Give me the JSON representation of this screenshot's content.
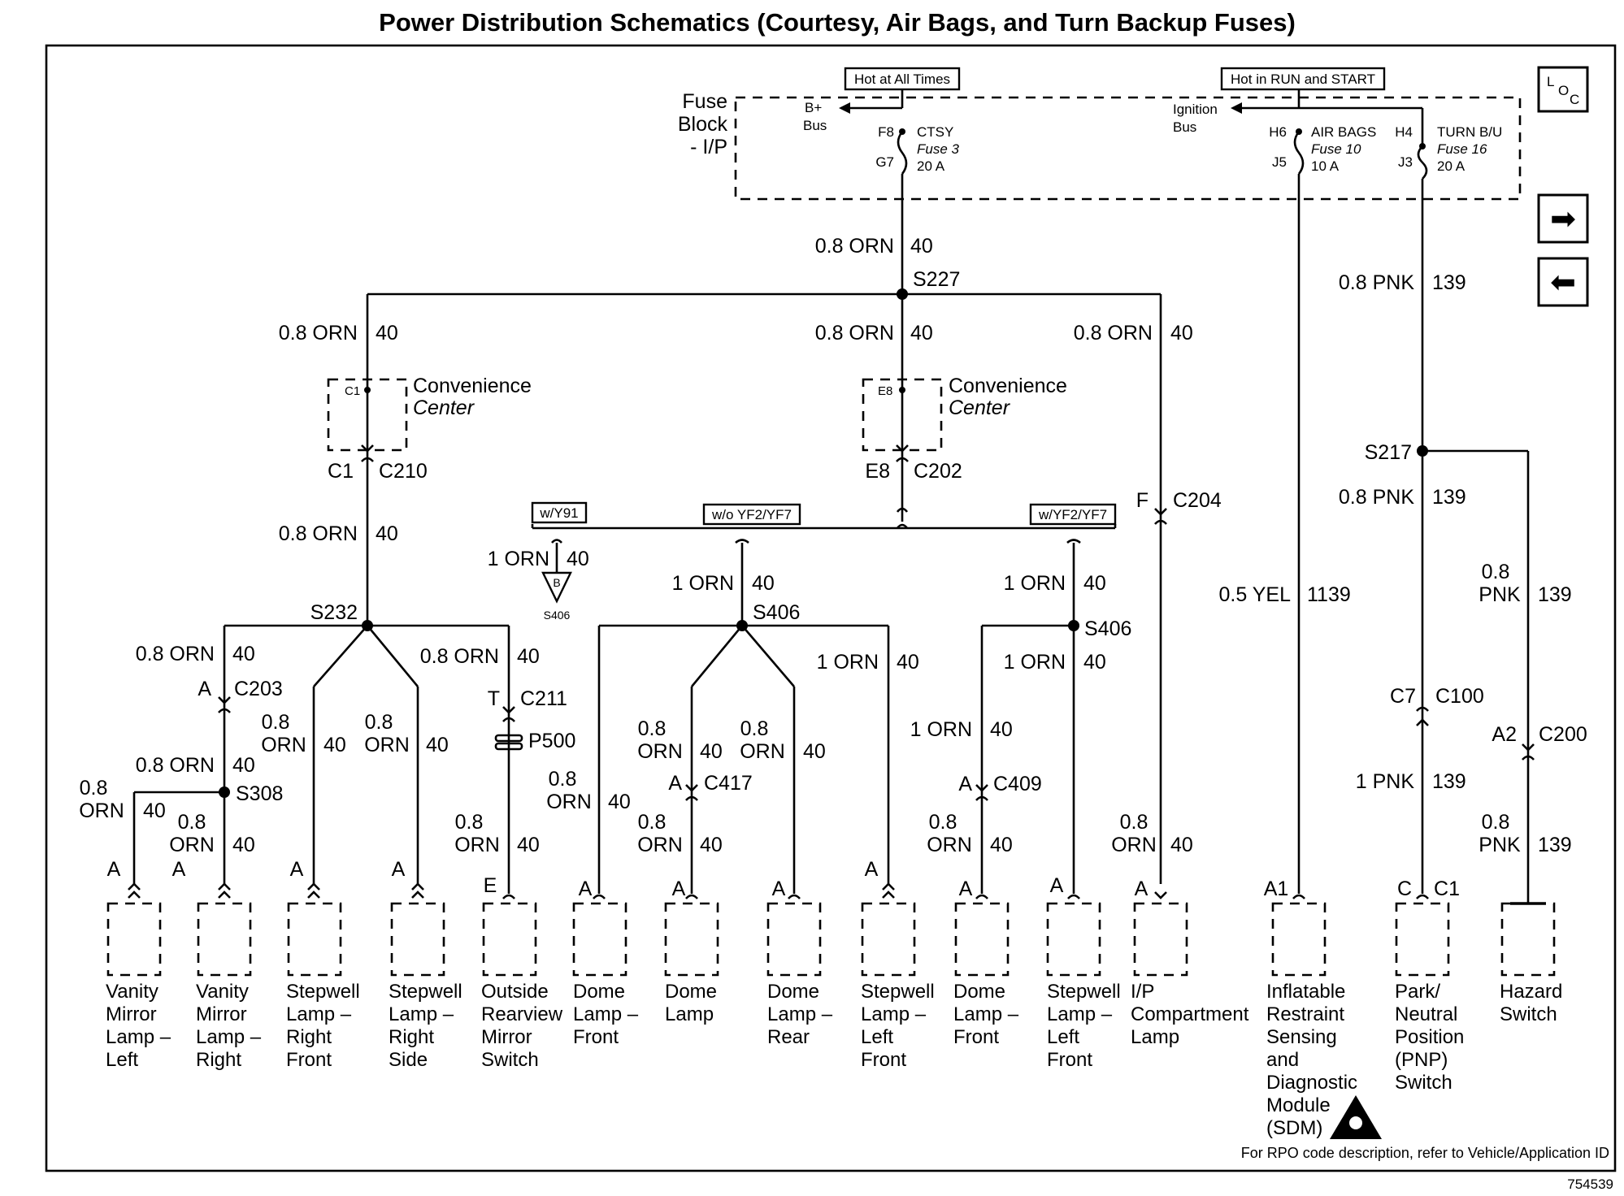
{
  "title": "Power Distribution Schematics (Courtesy, Air Bags, and Turn Backup Fuses)",
  "hot_tags": {
    "all_times": "Hot at All Times",
    "run_start": "Hot in RUN and START"
  },
  "fuse_block": {
    "line1": "Fuse",
    "line2": "Block",
    "line3": "- I/P"
  },
  "buses": {
    "b_plus_1": "B+",
    "b_plus_2": "Bus",
    "ignition_1": "Ignition",
    "ignition_2": "Bus"
  },
  "fuses": {
    "ctsy": {
      "pin_in": "F8",
      "pin_out": "G7",
      "name": "CTSY",
      "number": "Fuse 3",
      "rating": "20 A"
    },
    "air_bags": {
      "pin_in": "H6",
      "pin_out": "J5",
      "name": "AIR BAGS",
      "number": "Fuse 10",
      "rating": "10 A"
    },
    "turn_bu": {
      "pin_in": "H4",
      "pin_out": "J3",
      "name": "TURN B/U",
      "number": "Fuse 16",
      "rating": "20 A"
    }
  },
  "nav": {
    "loc_l": "L",
    "loc_o": "O",
    "loc_c": "C",
    "next_glyph": "➡",
    "prev_glyph": "⬅"
  },
  "labels": {
    "w_0_8_orn": "0.8 ORN",
    "w_0_8": "0.8",
    "w_orn": "ORN",
    "w_1_orn": "1 ORN",
    "w_0_8_pnk": "0.8 PNK",
    "w_pnk": "PNK",
    "w_1_pnk": "1 PNK",
    "w_0_5_yel": "0.5 YEL",
    "c40": "40",
    "c139": "139",
    "c1139": "1139",
    "conv_center_1": "Convenience",
    "conv_center_2": "Center"
  },
  "splices": {
    "s227": "S227",
    "s232": "S232",
    "s406": "S406",
    "s308": "S308",
    "s217": "S217"
  },
  "connectors": {
    "c1": "C1",
    "c210": "C210",
    "e8": "E8",
    "c202": "C202",
    "f": "F",
    "c204": "C204",
    "a": "A",
    "c203": "C203",
    "t": "T",
    "c211": "C211",
    "p500": "P500",
    "c417": "C417",
    "c409": "C409",
    "e": "E",
    "a1": "A1",
    "c": "C",
    "c7": "C7",
    "c100": "C100",
    "a2": "A2",
    "c200": "C200",
    "ground_b": "B"
  },
  "options": {
    "w_y91": "w/Y91",
    "wo_yf2": "w/o YF2/YF7",
    "w_yf2": "w/YF2/YF7"
  },
  "components": {
    "vanity_left": [
      "Vanity",
      "Mirror",
      "Lamp –",
      "Left"
    ],
    "vanity_right": [
      "Vanity",
      "Mirror",
      "Lamp –",
      "Right"
    ],
    "stepwell_rf": [
      "Stepwell",
      "Lamp –",
      "Right",
      "Front"
    ],
    "stepwell_rs": [
      "Stepwell",
      "Lamp –",
      "Right",
      "Side"
    ],
    "outside_mirror": [
      "Outside",
      "Rearview",
      "Mirror",
      "Switch"
    ],
    "dome_front_1": [
      "Dome",
      "Lamp –",
      "Front"
    ],
    "dome_lamp": [
      "Dome",
      "Lamp"
    ],
    "dome_rear": [
      "Dome",
      "Lamp –",
      "Rear"
    ],
    "stepwell_lf_1": [
      "Stepwell",
      "Lamp –",
      "Left",
      "Front"
    ],
    "dome_front_2": [
      "Dome",
      "Lamp –",
      "Front"
    ],
    "stepwell_lf_2": [
      "Stepwell",
      "Lamp –",
      "Left",
      "Front"
    ],
    "ip_comp": [
      "I/P",
      "Compartment",
      "Lamp"
    ],
    "sdm": [
      "Inflatable",
      "Restraint",
      "Sensing",
      "and",
      "Diagnostic",
      "Module",
      "(SDM)"
    ],
    "pnp": [
      "Park/",
      "Neutral",
      "Position",
      "(PNP)",
      "Switch"
    ],
    "hazard": [
      "Hazard",
      "Switch"
    ]
  },
  "footer_note": "For RPO code description, refer to Vehicle/Application ID",
  "figure_id": "754539"
}
